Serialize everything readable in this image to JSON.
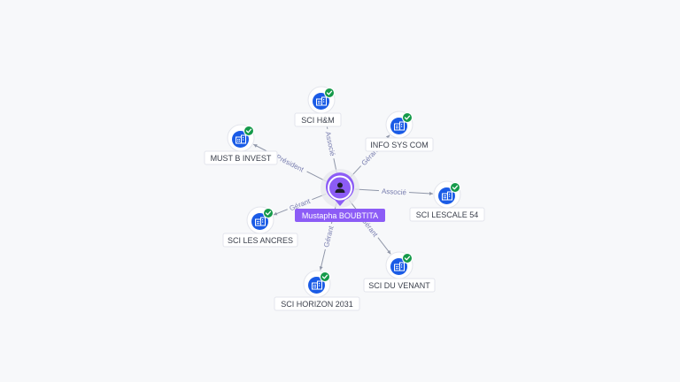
{
  "colors": {
    "node_fill": "#1a5be6",
    "check_fill": "#159a4a",
    "center_fill": "#8c5cf6",
    "edge": "#8f96a8",
    "edge_label": "#7a7fb0"
  },
  "center": {
    "name": "Mustapha BOUBTITA",
    "icon": "person-icon"
  },
  "nodes": [
    {
      "id": "sci-hm",
      "label": "SCI H&M",
      "icon": "building-icon",
      "verified": true,
      "relation": "Associé"
    },
    {
      "id": "info-sys-com",
      "label": "INFO SYS COM",
      "icon": "building-icon",
      "verified": true,
      "relation": "Gérant"
    },
    {
      "id": "must-b-invest",
      "label": "MUST B INVEST",
      "icon": "building-icon",
      "verified": true,
      "relation": "Président"
    },
    {
      "id": "sci-lescale-54",
      "label": "SCI LESCALE 54",
      "icon": "building-icon",
      "verified": true,
      "relation": "Associé"
    },
    {
      "id": "sci-les-ancres",
      "label": "SCI LES ANCRES",
      "icon": "building-icon",
      "verified": true,
      "relation": "Gérant"
    },
    {
      "id": "sci-du-venant",
      "label": "SCI DU VENANT",
      "icon": "building-icon",
      "verified": true,
      "relation": "Gérant"
    },
    {
      "id": "sci-horizon-2031",
      "label": "SCI HORIZON 2031",
      "icon": "building-icon",
      "verified": true,
      "relation": "Gérant"
    }
  ]
}
